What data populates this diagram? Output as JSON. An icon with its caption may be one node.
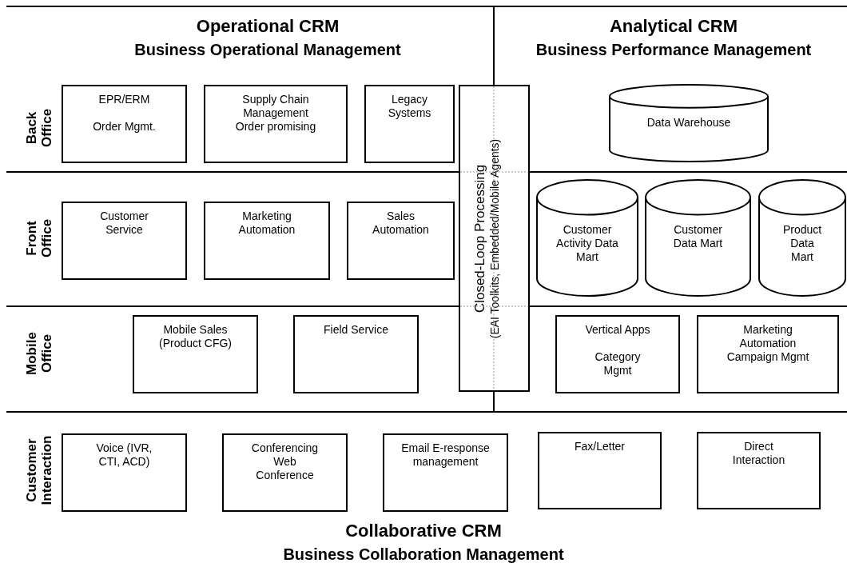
{
  "diagram": {
    "nodes": [
      {
        "text": [
          "EPR/ERM",
          "Order Mgmt."
        ]
      },
      {
        "text": [
          "Supply Chain Management",
          "Order promising"
        ]
      },
      {
        "text": [
          "Legacy Systems"
        ]
      },
      {
        "text": [
          "Closed-Loop Processing",
          "(EAI Toolkits, Embedded/Mobile Agents)"
        ]
      },
      {
        "text": [
          "Data Warehouse"
        ]
      },
      {
        "text": [
          "Customer Service"
        ]
      },
      {
        "text": [
          "Marketing Automation"
        ]
      },
      {
        "text": [
          "Sales Automation"
        ]
      },
      {
        "text": [
          "Customer Activity Data Mart"
        ]
      },
      {
        "text": [
          "Customer Data Mart"
        ]
      },
      {
        "text": [
          "Product Data Mart"
        ]
      },
      {
        "text": [
          "Mobile Sales (Product CFG)"
        ]
      },
      {
        "text": [
          "Field Service"
        ]
      },
      {
        "text": [
          "Vertical Apps",
          "Category Mgmt"
        ]
      },
      {
        "text": [
          "Marketing Automation Campaign Mgmt"
        ]
      },
      {
        "text": [
          "Voice (IVR, CTI, ACD)"
        ]
      },
      {
        "text": [
          "Conferencing Web Conference"
        ]
      },
      {
        "text": [
          "Email E-response management"
        ]
      },
      {
        "text": [
          "Fax/Letter"
        ]
      },
      {
        "text": [
          "Direct Interaction"
        ]
      }
    ],
    "labels": [
      "Operational CRM",
      "Business Operational Management",
      "Analytical CRM",
      "Business Performance Management",
      "Back Office",
      "Front Office",
      "Mobile Office",
      "Customer Interaction",
      "Collaborative CRM",
      "Business Collaboration Management"
    ]
  }
}
